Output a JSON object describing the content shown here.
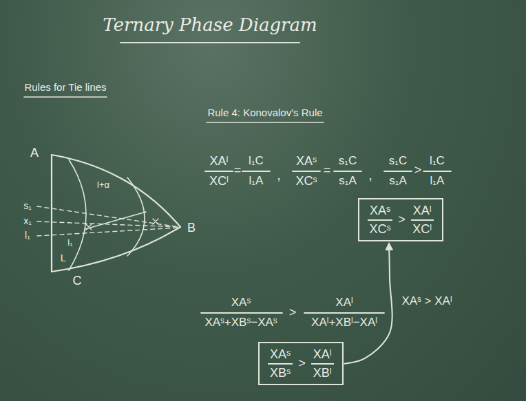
{
  "diagram": {
    "title": "Ternary Phase Diagram",
    "nodes": [
      {
        "text": [
          "XAˢ",
          "XCˢ",
          ">",
          "XAˡ",
          "XCˡ"
        ]
      },
      {
        "text": [
          "XAˢ",
          "XBˢ",
          ">",
          "XAˡ",
          "XBˡ"
        ]
      }
    ],
    "edges": [
      {
        "from": 1,
        "to": 0,
        "arrow": "to"
      }
    ],
    "labels": [
      "Rules for Tie lines",
      "Rule 4: Konovalov's Rule",
      "A",
      "B",
      "C",
      "s₁",
      "x₁",
      "l₁",
      "L",
      "l+α",
      "l₁",
      "XAˡ",
      "XCˡ",
      "=",
      "l₁C",
      "l₁A",
      ",",
      "XAˢ",
      "XCˢ",
      "=",
      "s₁C",
      "s₁A",
      ",",
      "s₁C",
      "s₁A",
      ">",
      "l₁C",
      "l₁A",
      "XAˢ",
      "XAˢ+XBˢ−XAˢ",
      ">",
      "XAˡ",
      "XAˡ+XBˡ−XAˡ",
      "XAˢ > XAˡ"
    ]
  }
}
